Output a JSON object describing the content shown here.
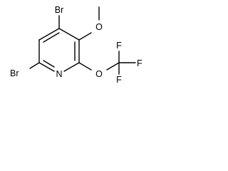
{
  "molecule": {
    "atoms": {
      "br_top": "Br",
      "o_methoxy": "O",
      "br_left": "Br",
      "n_ring": "N",
      "o_ether": "O",
      "f_top": "F",
      "f_right": "F",
      "f_bottom": "F"
    }
  }
}
